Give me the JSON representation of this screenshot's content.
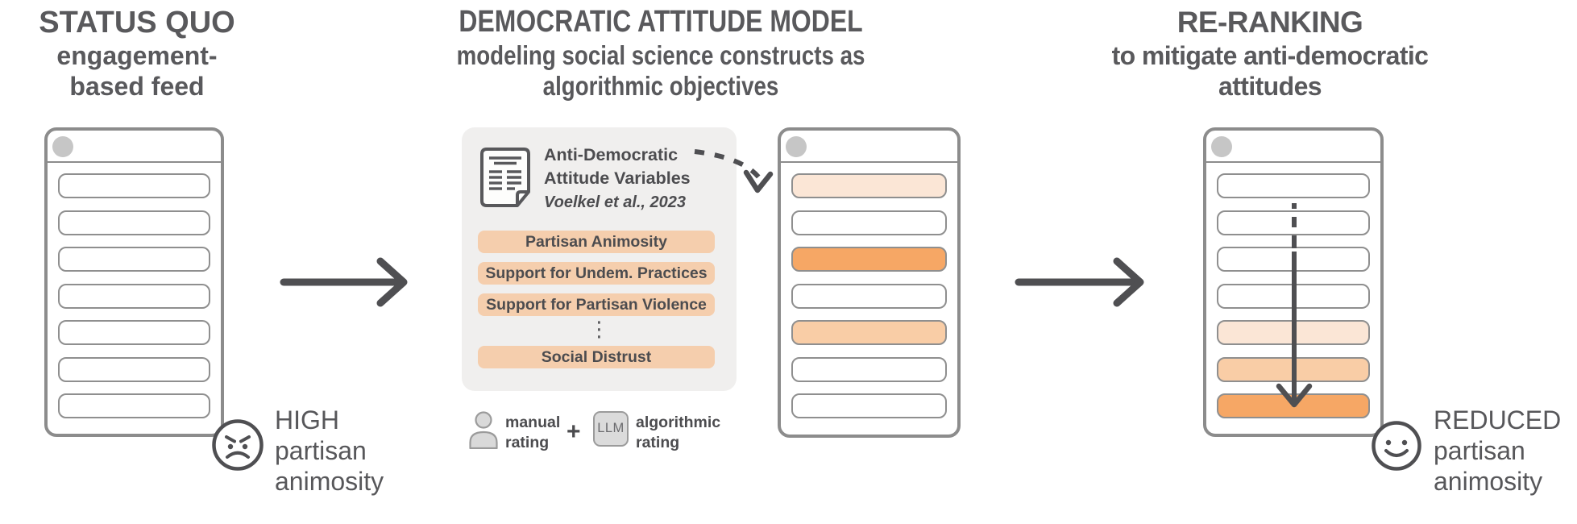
{
  "colors": {
    "ink": "#525255",
    "phone_border": "#8C8C8C",
    "row_border": "#8F8F8F",
    "avatar_gray": "#C6C6C6",
    "box_bg": "#F0EFEE",
    "chip_bg": "#F5CEAD",
    "orange_strong": "#F6A765",
    "orange_medium": "#F9CDA6",
    "orange_pale": "#FBE6D6"
  },
  "left_panel": {
    "title": "STATUS QUO",
    "subtitle_line1": "engagement-",
    "subtitle_line2": "based feed",
    "mood_icon": "angry-face",
    "mood_line1": "HIGH",
    "mood_line2": "partisan",
    "mood_line3": "animosity",
    "feed_rows": [
      "#FFFFFF",
      "#FFFFFF",
      "#FFFFFF",
      "#FFFFFF",
      "#FFFFFF",
      "#FFFFFF",
      "#FFFFFF"
    ]
  },
  "model_panel": {
    "title": "DEMOCRATIC ATTITUDE MODEL",
    "subtitle_line1": "modeling social science constructs as",
    "subtitle_line2": "algorithmic objectives",
    "variables_box": {
      "doc_icon": "document",
      "heading_line1": "Anti-Democratic",
      "heading_line2": "Attitude Variables",
      "citation": "Voelkel et al., 2023",
      "chips": [
        "Partisan Animosity",
        "Support for Undem. Practices",
        "Support for Partisan Violence",
        "Social Distrust"
      ],
      "ellipsis": "⋮"
    },
    "rating_row": {
      "manual_line1": "manual",
      "manual_line2": "rating",
      "plus": "+",
      "llm_label": "LLM",
      "algo_line1": "algorithmic",
      "algo_line2": "rating"
    },
    "feed_rows": [
      "#FBE6D6",
      "#FFFFFF",
      "#F6A765",
      "#FFFFFF",
      "#F9CDA6",
      "#FFFFFF",
      "#FFFFFF"
    ]
  },
  "reranking_panel": {
    "title": "RE-RANKING",
    "subtitle_line1": "to mitigate anti-democratic",
    "subtitle_line2": "attitudes",
    "mood_icon": "smiley-face",
    "mood_line1": "REDUCED",
    "mood_line2": "partisan",
    "mood_line3": "animosity",
    "feed_rows": [
      "#FFFFFF",
      "#FFFFFF",
      "#FFFFFF",
      "#FFFFFF",
      "#FBE6D6",
      "#F9CDA6",
      "#F6A765"
    ]
  }
}
